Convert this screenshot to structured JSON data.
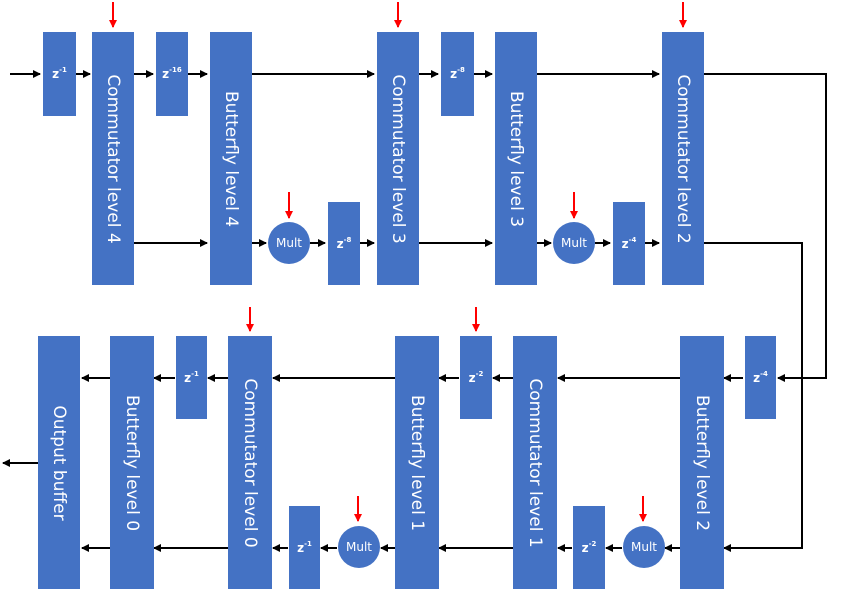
{
  "blocks": {
    "commutator_4": "Commutator level 4",
    "butterfly_4": "Butterfly level 4",
    "commutator_3": "Commutator level 3",
    "butterfly_3": "Butterfly level 3",
    "commutator_2": "Commutator level 2",
    "butterfly_2": "Butterfly level 2",
    "commutator_1": "Commutator level 1",
    "butterfly_1": "Butterfly level 1",
    "commutator_0": "Commutator level 0",
    "butterfly_0": "Butterfly level 0",
    "output_buffer": "Output buffer"
  },
  "delays": {
    "z_base": "z",
    "d1_top": "-1",
    "d16": "-16",
    "d8_upper": "-8",
    "d8_lower": "-8",
    "d4_top": "-4",
    "d4_bottom": "-4",
    "d2_upper": "-2",
    "d2_lower": "-2",
    "d1_upper": "-1",
    "d1_lower": "-1"
  },
  "mult_label": "Mult",
  "colors": {
    "block": "#4472c4",
    "arrow": "#000000",
    "control_arrow": "#ff0000",
    "text": "#ffffff"
  }
}
